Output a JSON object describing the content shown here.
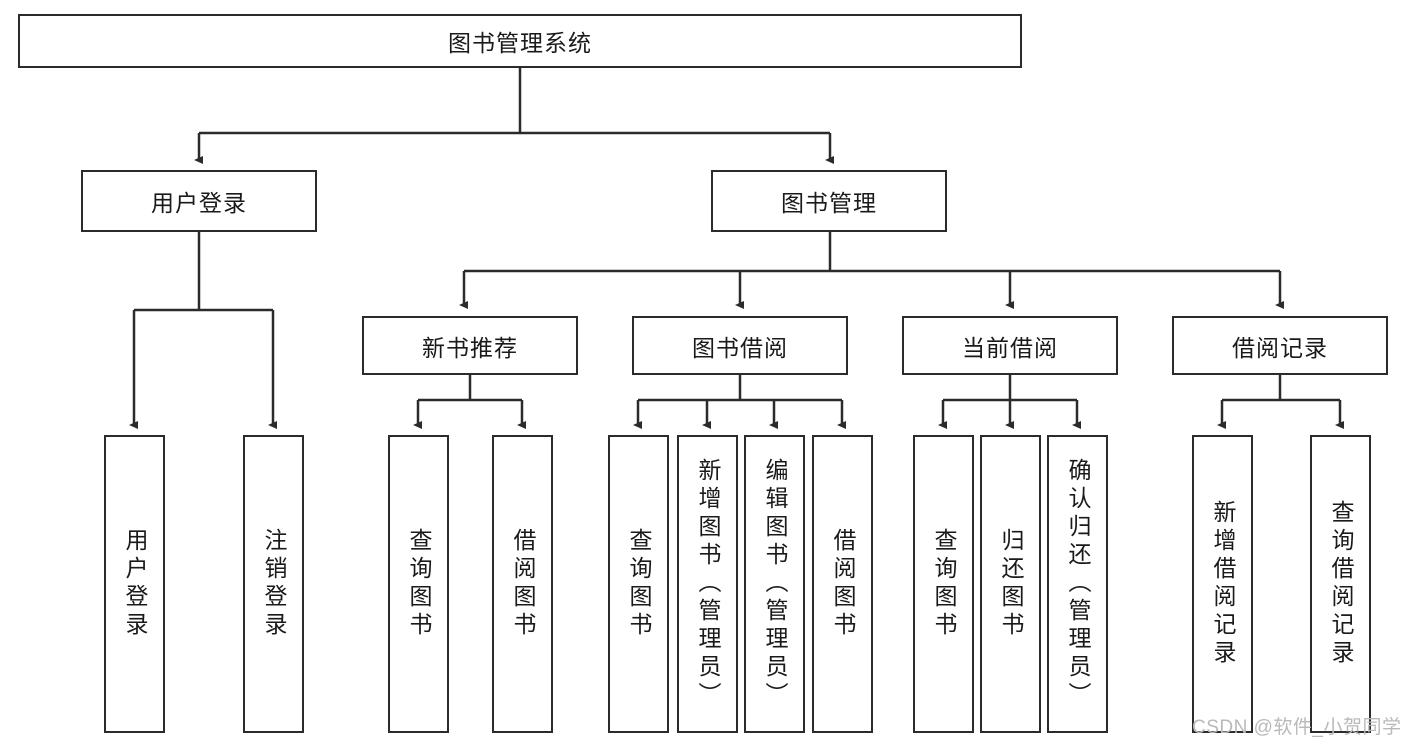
{
  "diagram": {
    "type": "hierarchy-tree",
    "title": "图书管理系统",
    "levels": {
      "root": {
        "label": "图书管理系统"
      },
      "level2": [
        {
          "id": "user-login",
          "label": "用户登录"
        },
        {
          "id": "book-manage",
          "label": "图书管理"
        }
      ],
      "level3": [
        {
          "id": "new-book-rec",
          "label": "新书推荐",
          "parent": "book-manage"
        },
        {
          "id": "book-borrow",
          "label": "图书借阅",
          "parent": "book-manage"
        },
        {
          "id": "current-borrow",
          "label": "当前借阅",
          "parent": "book-manage"
        },
        {
          "id": "borrow-record",
          "label": "借阅记录",
          "parent": "book-manage"
        }
      ],
      "leaves": [
        {
          "id": "leaf-user-login",
          "label": "用户登录",
          "parent": "user-login"
        },
        {
          "id": "leaf-logout",
          "label": "注销登录",
          "parent": "user-login"
        },
        {
          "id": "leaf-query-book-1",
          "label": "查询图书",
          "parent": "new-book-rec"
        },
        {
          "id": "leaf-borrow-book-1",
          "label": "借阅图书",
          "parent": "new-book-rec"
        },
        {
          "id": "leaf-query-book-2",
          "label": "查询图书",
          "parent": "book-borrow"
        },
        {
          "id": "leaf-add-book",
          "label": "新增图书（管理员）",
          "parent": "book-borrow"
        },
        {
          "id": "leaf-edit-book",
          "label": "编辑图书（管理员）",
          "parent": "book-borrow"
        },
        {
          "id": "leaf-borrow-book-2",
          "label": "借阅图书",
          "parent": "book-borrow"
        },
        {
          "id": "leaf-query-book-3",
          "label": "查询图书",
          "parent": "current-borrow"
        },
        {
          "id": "leaf-return-book",
          "label": "归还图书",
          "parent": "current-borrow"
        },
        {
          "id": "leaf-confirm-return",
          "label": "确认归还（管理员）",
          "parent": "current-borrow"
        },
        {
          "id": "leaf-add-record",
          "label": "新增借阅记录",
          "parent": "borrow-record"
        },
        {
          "id": "leaf-query-record",
          "label": "查询借阅记录",
          "parent": "borrow-record"
        }
      ]
    },
    "colors": {
      "stroke": "#2b2b2b",
      "fill": "#ffffff",
      "text": "#1a1a1a",
      "watermark": "#b9b9b9"
    }
  },
  "watermark": {
    "text": "CSDN @软件_小贺同学"
  }
}
